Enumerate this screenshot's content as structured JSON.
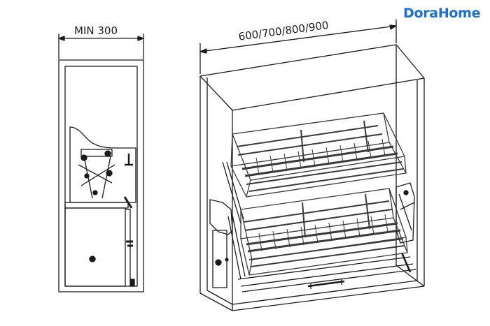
{
  "logo": {
    "text": "DoraHome",
    "color": "#1b6fd6"
  },
  "side_view": {
    "dimension_label": "MIN 300"
  },
  "front_view": {
    "dimension_label": "600/700/800/900"
  },
  "colors": {
    "line": "#1a1a1a",
    "basket": "#3a3a3a",
    "fill": "#ffffff"
  }
}
